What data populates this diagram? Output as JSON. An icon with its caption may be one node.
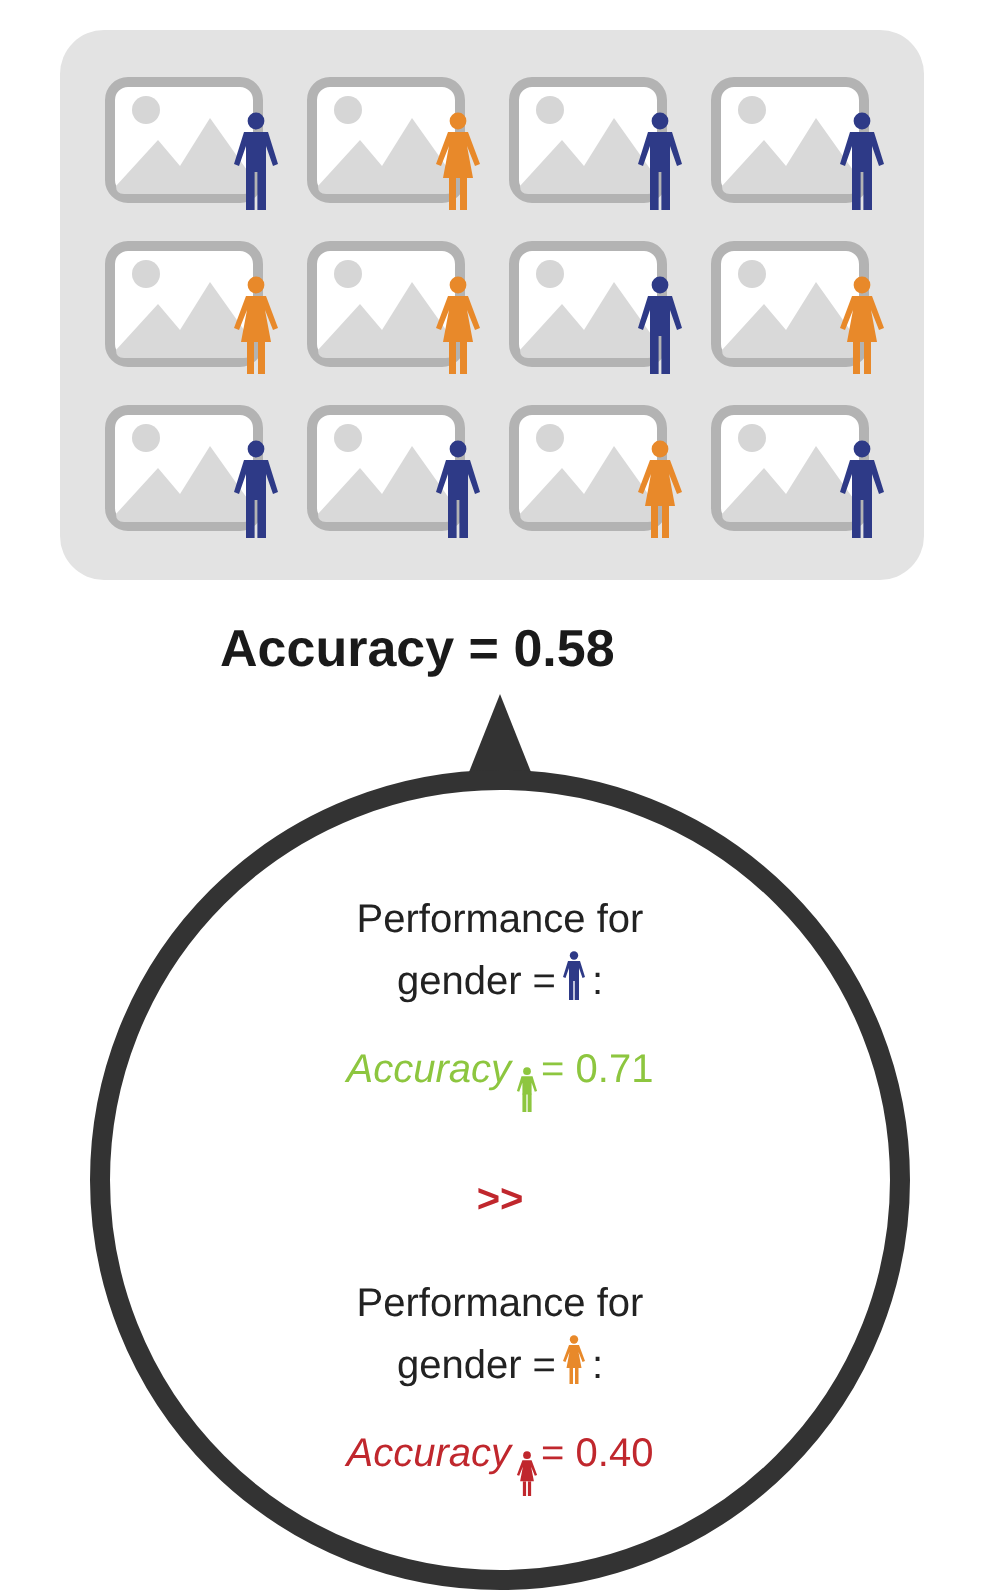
{
  "diagram": {
    "nodes": [
      {
        "text": [
          "Performance for gender =",
          ":",
          "Accuracy",
          "= 0.71",
          ">>",
          "Performance for gender =",
          ":",
          "Accuracy",
          "= 0.40"
        ]
      }
    ],
    "labels": [
      "Accuracy = 0.58"
    ]
  }
}
